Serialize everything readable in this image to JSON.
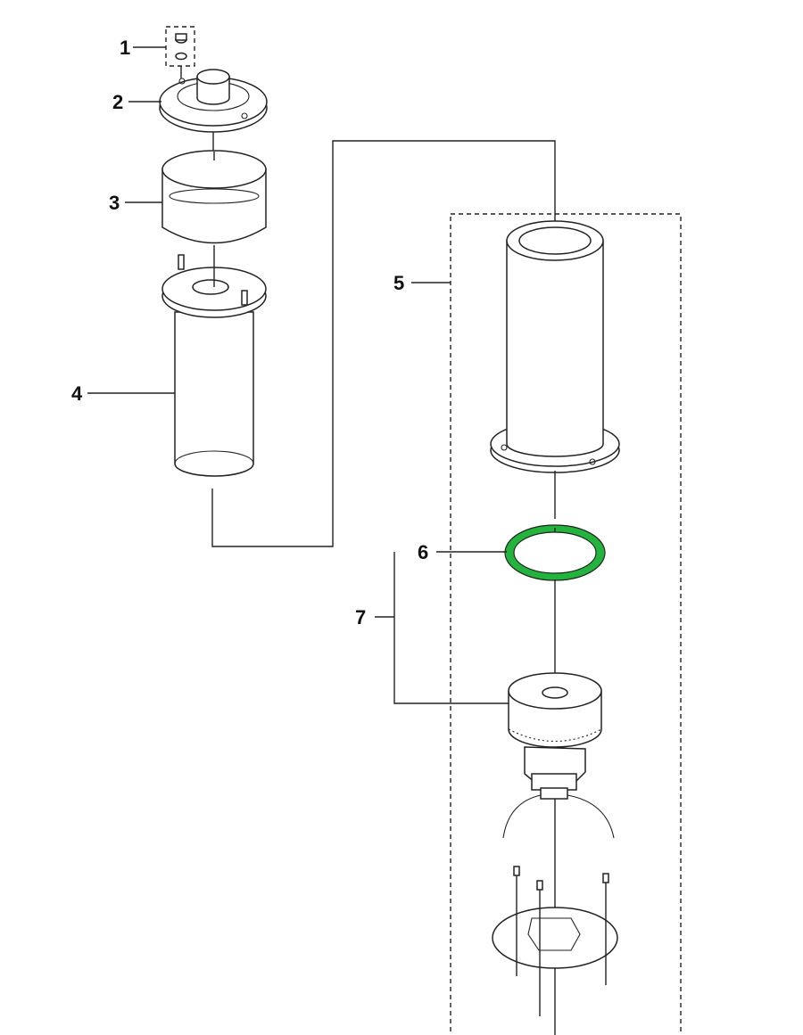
{
  "diagram": {
    "callouts": [
      {
        "id": "1",
        "label": "1"
      },
      {
        "id": "2",
        "label": "2"
      },
      {
        "id": "3",
        "label": "3"
      },
      {
        "id": "4",
        "label": "4"
      },
      {
        "id": "5",
        "label": "5"
      },
      {
        "id": "6",
        "label": "6"
      },
      {
        "id": "7",
        "label": "7"
      }
    ],
    "highlight_color": "#22b43c",
    "highlighted_part": "6"
  }
}
